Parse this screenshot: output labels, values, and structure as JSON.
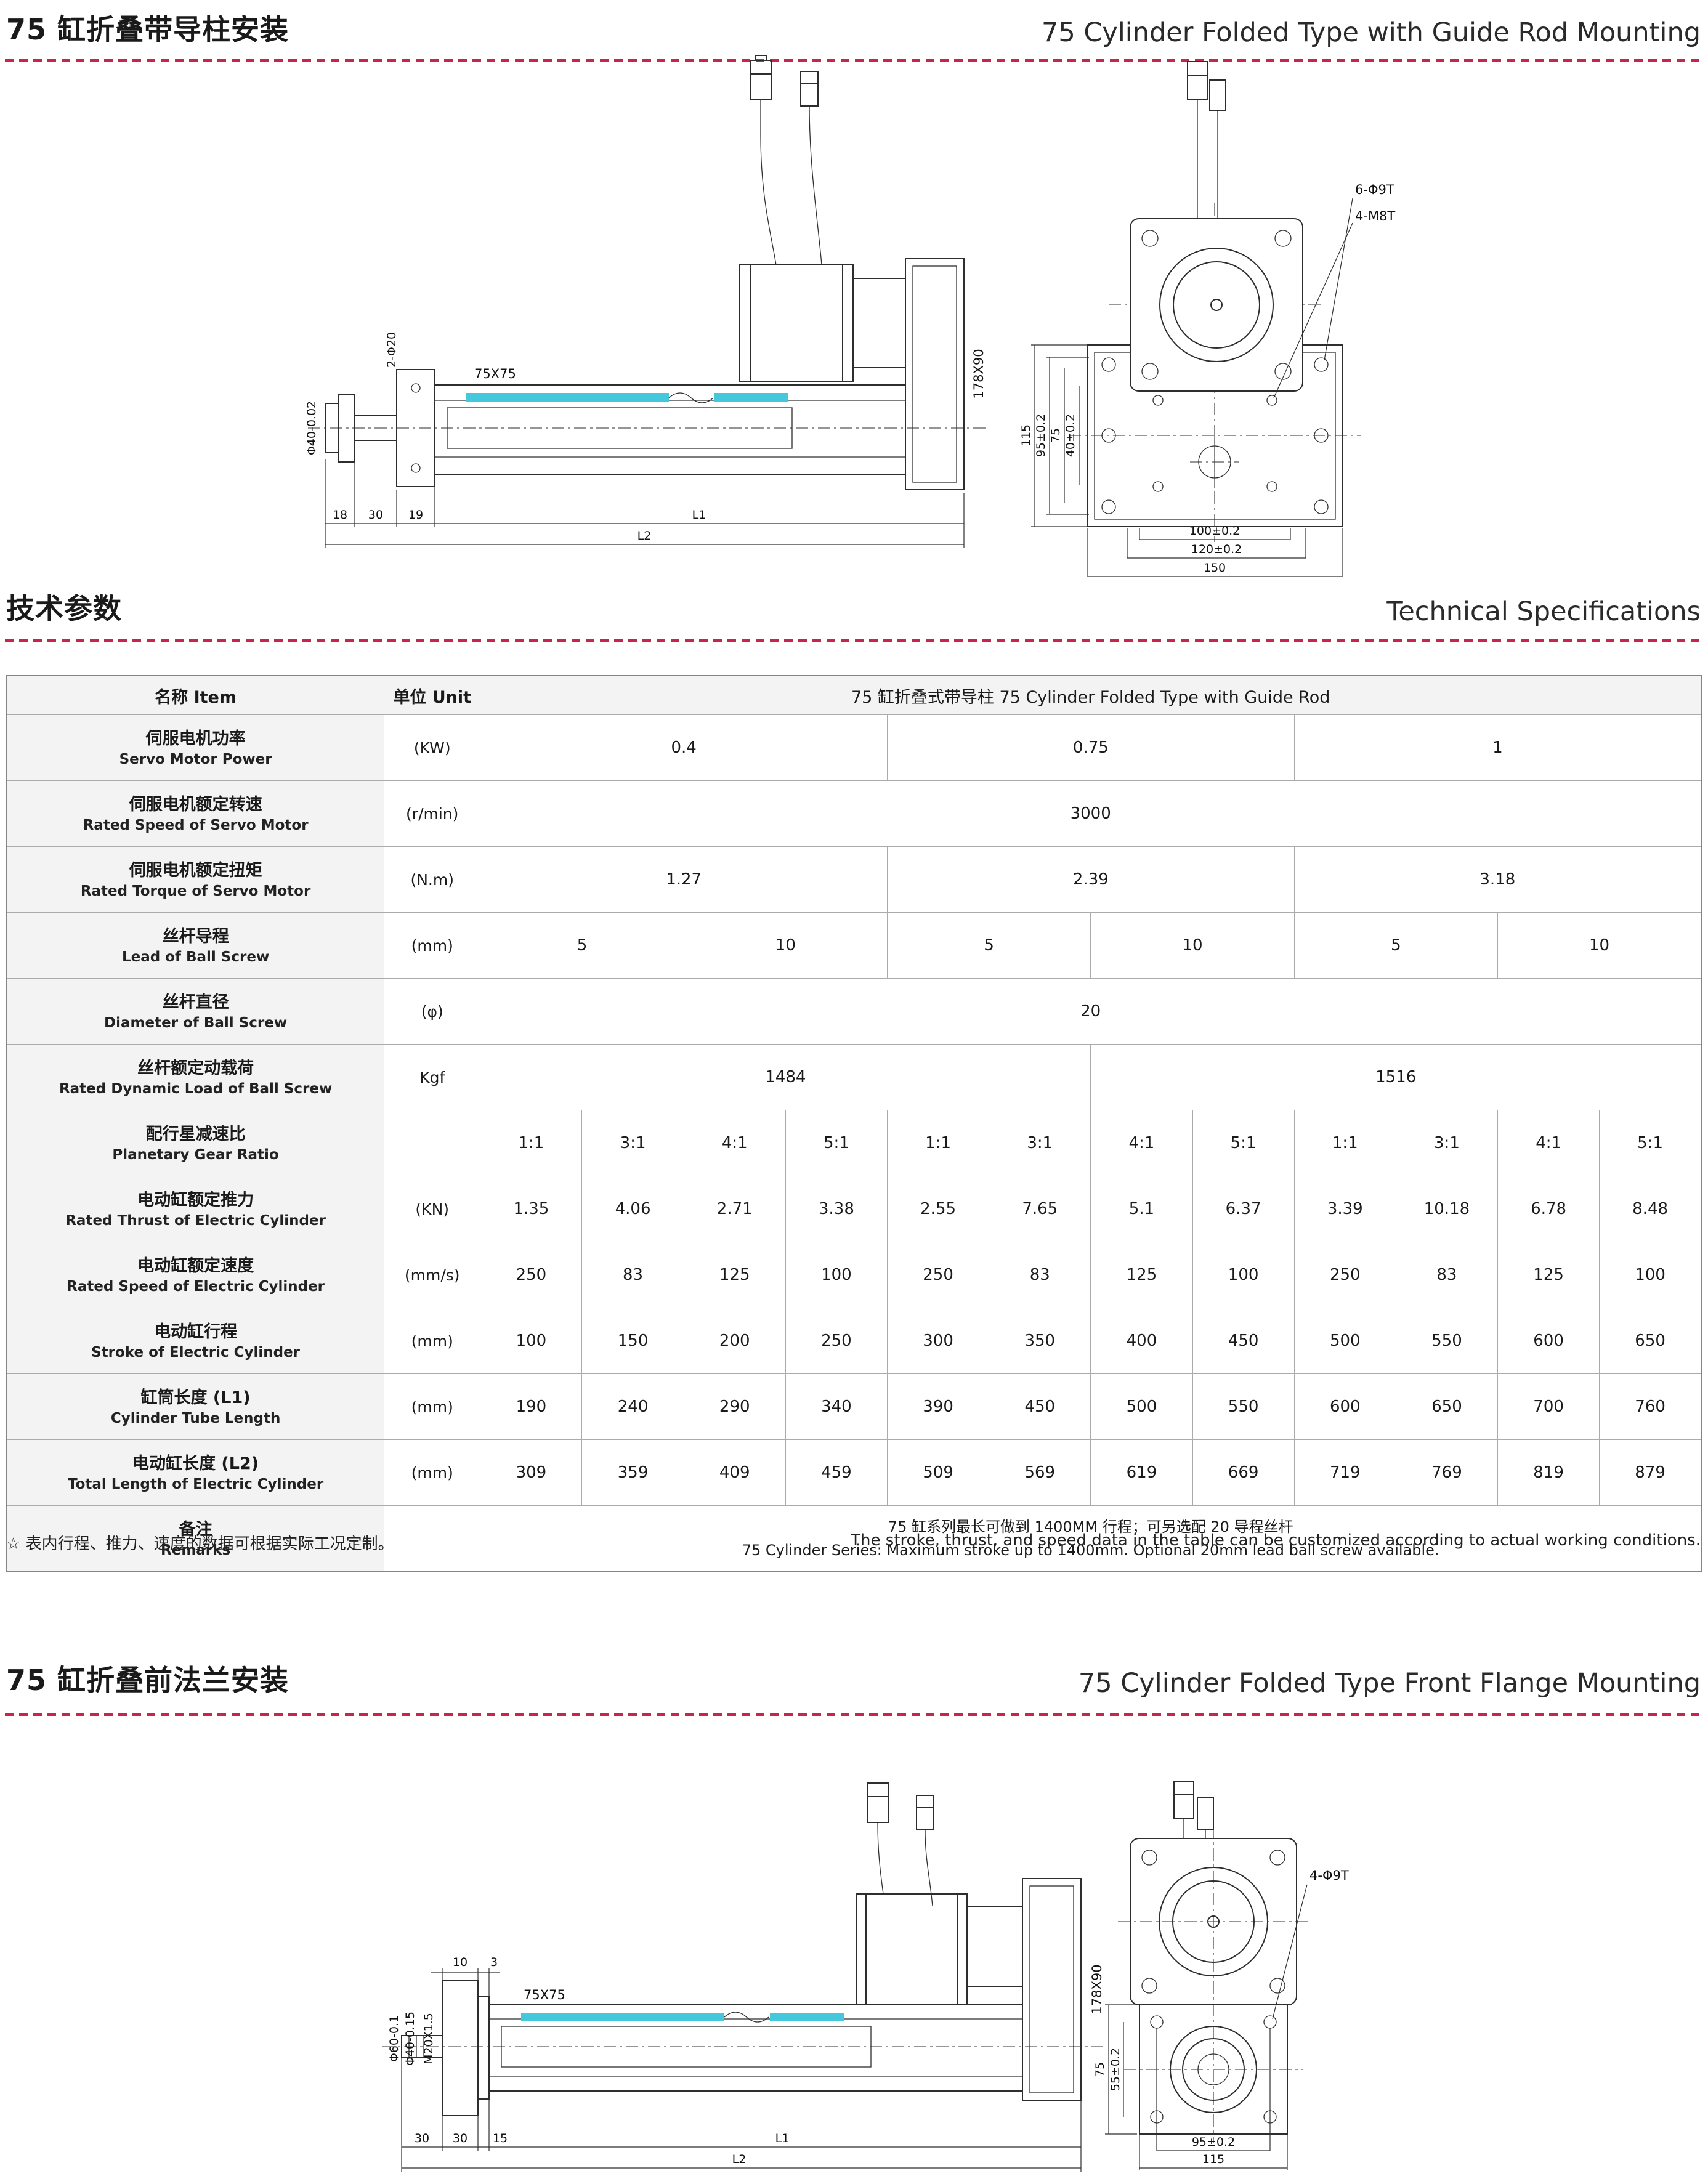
{
  "colors": {
    "accent": "#C9244C",
    "highlight": "#45C8DC"
  },
  "sections": {
    "guide_rod": {
      "zh": "75 缸折叠带导柱安装",
      "en": "75 Cylinder Folded Type with Guide Rod Mounting"
    },
    "specs": {
      "zh": "技术参数",
      "en": "Technical Specifications"
    },
    "front_flange": {
      "zh": "75 缸折叠前法兰安装",
      "en": "75 Cylinder Folded Type Front Flange Mounting"
    }
  },
  "footnote": {
    "zh": "☆ 表内行程、推力、速度的数据可根据实际工况定制。",
    "en": "The stroke, thrust, and speed data in the table can be customized according to actual working conditions."
  },
  "table": {
    "header": {
      "item": "名称 Item",
      "unit": "单位 Unit",
      "span_title": "75 缸折叠式带导柱 75 Cylinder Folded Type with Guide Rod"
    },
    "rows": [
      {
        "zh": "伺服电机功率",
        "en": "Servo Motor Power",
        "unit": "(KW)",
        "cells": [
          {
            "t": "0.4",
            "s": 4
          },
          {
            "t": "0.75",
            "s": 4
          },
          {
            "t": "1",
            "s": 4
          }
        ]
      },
      {
        "zh": "伺服电机额定转速",
        "en": "Rated Speed of Servo Motor",
        "unit": "(r/min)",
        "cells": [
          {
            "t": "3000",
            "s": 12
          }
        ]
      },
      {
        "zh": "伺服电机额定扭矩",
        "en": "Rated Torque of Servo Motor",
        "unit": "(N.m)",
        "cells": [
          {
            "t": "1.27",
            "s": 4
          },
          {
            "t": "2.39",
            "s": 4
          },
          {
            "t": "3.18",
            "s": 4
          }
        ]
      },
      {
        "zh": "丝杆导程",
        "en": "Lead of Ball Screw",
        "unit": "(mm)",
        "cells": [
          {
            "t": "5",
            "s": 2
          },
          {
            "t": "10",
            "s": 2
          },
          {
            "t": "5",
            "s": 2
          },
          {
            "t": "10",
            "s": 2
          },
          {
            "t": "5",
            "s": 2
          },
          {
            "t": "10",
            "s": 2
          }
        ]
      },
      {
        "zh": "丝杆直径",
        "en": "Diameter of Ball Screw",
        "unit": "(φ)",
        "cells": [
          {
            "t": "20",
            "s": 12
          }
        ]
      },
      {
        "zh": "丝杆额定动载荷",
        "en": "Rated Dynamic Load of Ball Screw",
        "unit": "Kgf",
        "cells": [
          {
            "t": "1484",
            "s": 6
          },
          {
            "t": "1516",
            "s": 6
          }
        ]
      },
      {
        "zh": "配行星减速比",
        "en": "Planetary Gear Ratio",
        "unit": "",
        "cells": [
          {
            "t": "1:1"
          },
          {
            "t": "3:1"
          },
          {
            "t": "4:1"
          },
          {
            "t": "5:1"
          },
          {
            "t": "1:1"
          },
          {
            "t": "3:1"
          },
          {
            "t": "4:1"
          },
          {
            "t": "5:1"
          },
          {
            "t": "1:1"
          },
          {
            "t": "3:1"
          },
          {
            "t": "4:1"
          },
          {
            "t": "5:1"
          }
        ]
      },
      {
        "zh": "电动缸额定推力",
        "en": "Rated Thrust of Electric Cylinder",
        "unit": "(KN)",
        "cells": [
          {
            "t": "1.35"
          },
          {
            "t": "4.06"
          },
          {
            "t": "2.71"
          },
          {
            "t": "3.38"
          },
          {
            "t": "2.55"
          },
          {
            "t": "7.65"
          },
          {
            "t": "5.1"
          },
          {
            "t": "6.37"
          },
          {
            "t": "3.39"
          },
          {
            "t": "10.18"
          },
          {
            "t": "6.78"
          },
          {
            "t": "8.48"
          }
        ]
      },
      {
        "zh": "电动缸额定速度",
        "en": "Rated Speed of Electric Cylinder",
        "unit": "(mm/s)",
        "cells": [
          {
            "t": "250"
          },
          {
            "t": "83"
          },
          {
            "t": "125"
          },
          {
            "t": "100"
          },
          {
            "t": "250"
          },
          {
            "t": "83"
          },
          {
            "t": "125"
          },
          {
            "t": "100"
          },
          {
            "t": "250"
          },
          {
            "t": "83"
          },
          {
            "t": "125"
          },
          {
            "t": "100"
          }
        ]
      },
      {
        "zh": "电动缸行程",
        "en": "Stroke of Electric Cylinder",
        "unit": "(mm)",
        "cells": [
          {
            "t": "100"
          },
          {
            "t": "150"
          },
          {
            "t": "200"
          },
          {
            "t": "250"
          },
          {
            "t": "300"
          },
          {
            "t": "350"
          },
          {
            "t": "400"
          },
          {
            "t": "450"
          },
          {
            "t": "500"
          },
          {
            "t": "550"
          },
          {
            "t": "600"
          },
          {
            "t": "650"
          }
        ]
      },
      {
        "zh": "缸筒长度 (L1)",
        "en": "Cylinder Tube Length",
        "unit": "(mm)",
        "cells": [
          {
            "t": "190"
          },
          {
            "t": "240"
          },
          {
            "t": "290"
          },
          {
            "t": "340"
          },
          {
            "t": "390"
          },
          {
            "t": "450"
          },
          {
            "t": "500"
          },
          {
            "t": "550"
          },
          {
            "t": "600"
          },
          {
            "t": "650"
          },
          {
            "t": "700"
          },
          {
            "t": "760"
          }
        ]
      },
      {
        "zh": "电动缸长度 (L2)",
        "en": "Total Length of Electric Cylinder",
        "unit": "(mm)",
        "cells": [
          {
            "t": "309"
          },
          {
            "t": "359"
          },
          {
            "t": "409"
          },
          {
            "t": "459"
          },
          {
            "t": "509"
          },
          {
            "t": "569"
          },
          {
            "t": "619"
          },
          {
            "t": "669"
          },
          {
            "t": "719"
          },
          {
            "t": "769"
          },
          {
            "t": "819"
          },
          {
            "t": "879"
          }
        ]
      },
      {
        "zh": "备注",
        "en": "Remarks",
        "unit": "",
        "cells": [
          {
            "lines": [
              "75 缸系列最长可做到 1400MM 行程；可另选配 20 导程丝杆",
              "75 Cylinder Series: Maximum stroke up to 1400mm. Optional 20mm lead ball screw available."
            ],
            "s": 12
          }
        ]
      }
    ]
  },
  "drawings": {
    "side_guide": {
      "body_label": "75X75",
      "hole_label": "2-Φ20",
      "rod_dia": "Φ40-0.02",
      "plate_label": "178X90",
      "dim_18": "18",
      "dim_30": "30",
      "dim_19": "19",
      "dim_l1": "L1",
      "dim_l2": "L2"
    },
    "front_guide": {
      "holes_label": "6-Φ9T",
      "tap_label": "4-M8T",
      "dim_115": "115",
      "dim_95": "95±0.2",
      "dim_75": "75",
      "dim_40": "40±0.2",
      "dim_100": "100±0.2",
      "dim_120": "120±0.2",
      "dim_150": "150"
    },
    "side_flange": {
      "body_label": "75X75",
      "dim_10": "10",
      "dim_3": "3",
      "thread_label": "M20X1.5",
      "dia_60": "Φ60-0.1",
      "dia_40": "Φ40-0.15",
      "dim_30a": "30",
      "dim_30b": "30",
      "dim_15": "15",
      "dim_l1": "L1",
      "dim_l2": "L2",
      "plate_label": "178X90"
    },
    "front_flange": {
      "holes_label": "4-Φ9T",
      "dim_75": "75",
      "dim_55": "55±0.2",
      "dim_95": "95±0.2",
      "dim_115": "115"
    }
  }
}
